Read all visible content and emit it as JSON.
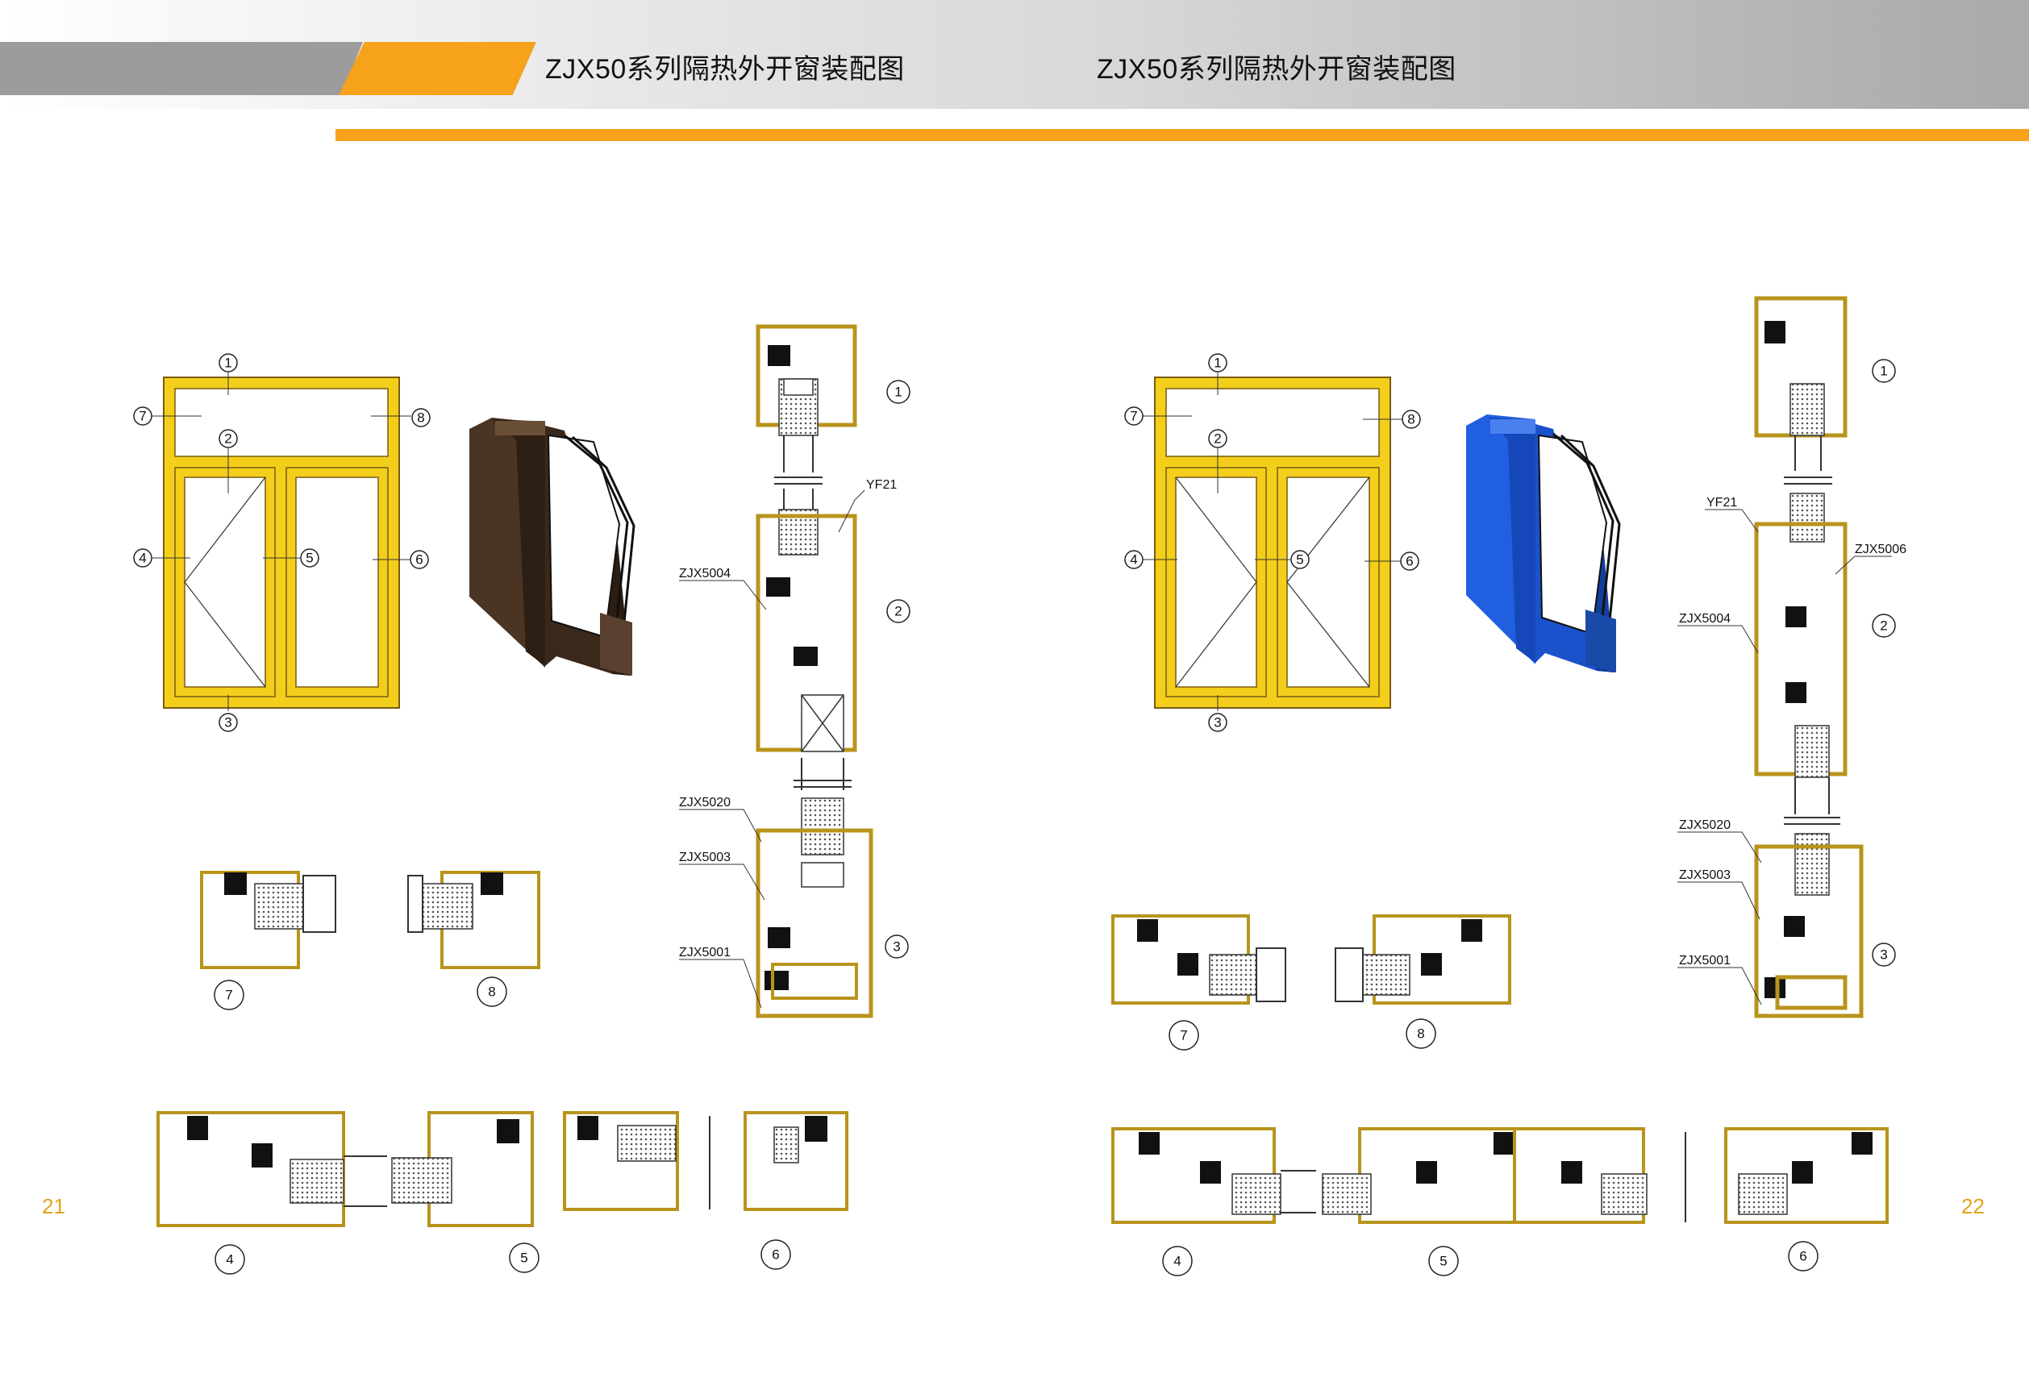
{
  "header": {
    "title_left": "ZJX50系列隔热外开窗装配图",
    "title_right": "ZJX50系列隔热外开窗装配图"
  },
  "page_numbers": {
    "left": "21",
    "right": "22"
  },
  "colors": {
    "accent_orange": "#f7a21b",
    "frame_yellow": "#f3cf1c",
    "profile_brown": "#4a3424",
    "profile_blue": "#1f5fe0",
    "seal_teal": "#0e6f7a"
  },
  "left_page": {
    "elevation_markers": [
      "1",
      "2",
      "3",
      "4",
      "5",
      "6",
      "7",
      "8"
    ],
    "vertical_section": {
      "markers": [
        "1",
        "2",
        "3"
      ],
      "labels": [
        "YF21",
        "ZJX5004",
        "ZJX5020",
        "ZJX5003",
        "ZJX5001"
      ]
    },
    "detail_markers": [
      "7",
      "8",
      "4",
      "5",
      "6"
    ]
  },
  "right_page": {
    "elevation_markers": [
      "1",
      "2",
      "3",
      "4",
      "5",
      "6",
      "7",
      "8"
    ],
    "vertical_section": {
      "markers": [
        "1",
        "2",
        "3"
      ],
      "labels": [
        "YF21",
        "ZJX5006",
        "ZJX5004",
        "ZJX5020",
        "ZJX5003",
        "ZJX5001"
      ]
    },
    "detail_markers": [
      "7",
      "8",
      "4",
      "5",
      "6"
    ]
  }
}
